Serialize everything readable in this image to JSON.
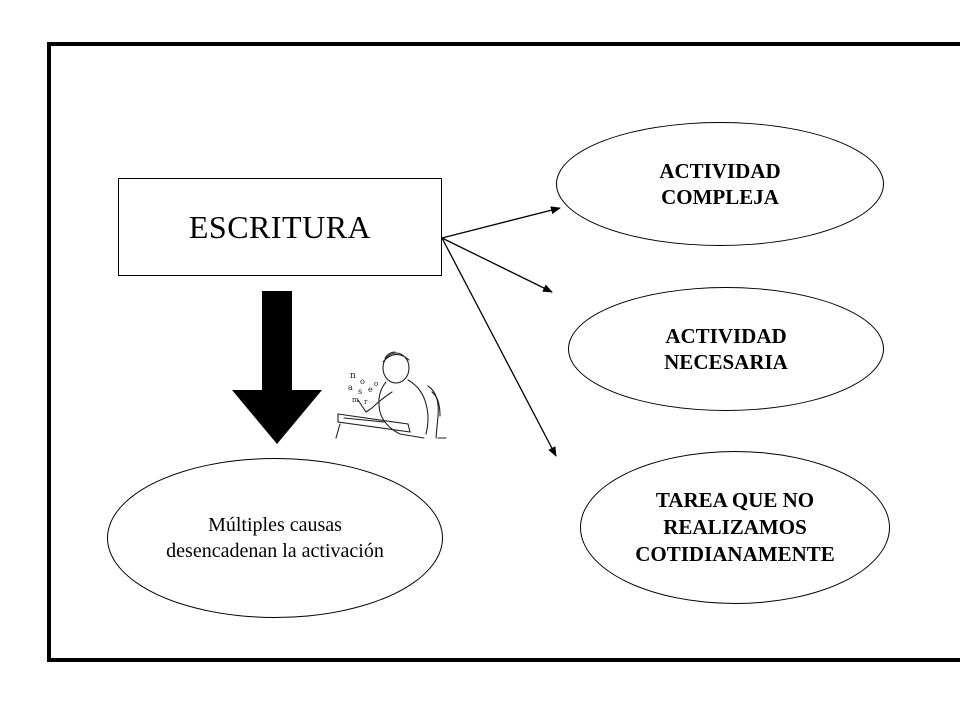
{
  "diagram": {
    "main_box": "ESCRITURA",
    "branches": [
      "ACTIVIDAD\nCOMPLEJA",
      "ACTIVIDAD\nNECESARIA",
      "TAREA QUE NO\nREALIZAMOS\nCOTIDIANAMENTE"
    ],
    "result": "Múltiples causas\ndesencadenan la activación",
    "illustration": "person-writing-sketch"
  },
  "icons": {
    "down_arrow": "big-down-arrow",
    "writer": "writer-sketch-icon"
  }
}
